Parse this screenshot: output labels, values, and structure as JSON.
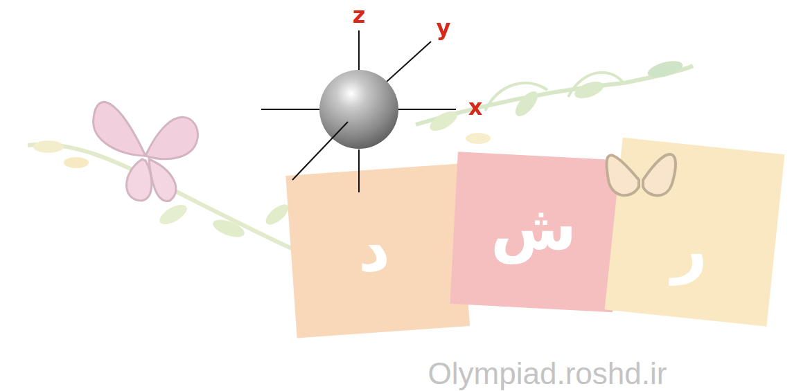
{
  "diagram": {
    "labels": [
      "z",
      "y",
      "x",
      "د",
      "ش",
      "ر",
      "Olympiad.roshd.ir"
    ]
  }
}
